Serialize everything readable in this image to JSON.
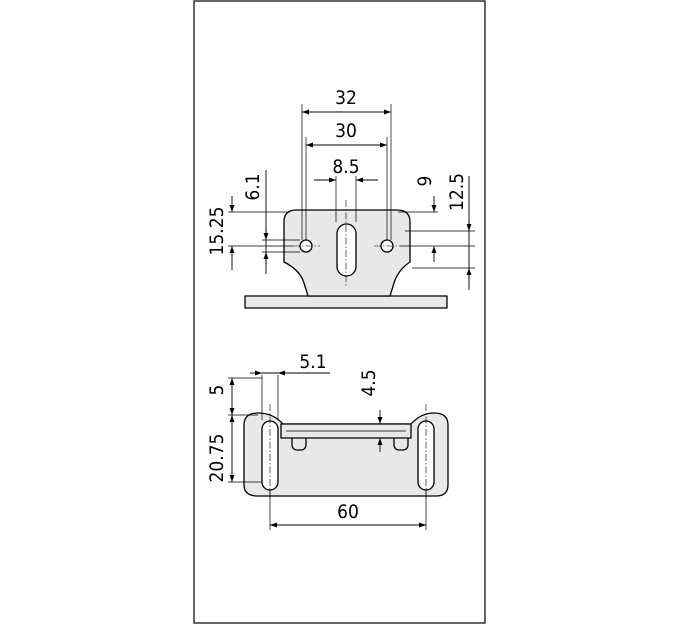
{
  "figure": {
    "top_view": {
      "dimensions": {
        "d32": "32",
        "d30": "30",
        "d8_5": "8.5",
        "d9": "9",
        "d12_5": "12.5",
        "d6_1": "6.1",
        "d15_25": "15.25"
      }
    },
    "bottom_view": {
      "dimensions": {
        "d5_1": "5.1",
        "d4_5": "4.5",
        "d5": "5",
        "d20_75": "20.75",
        "d60": "60"
      }
    }
  }
}
